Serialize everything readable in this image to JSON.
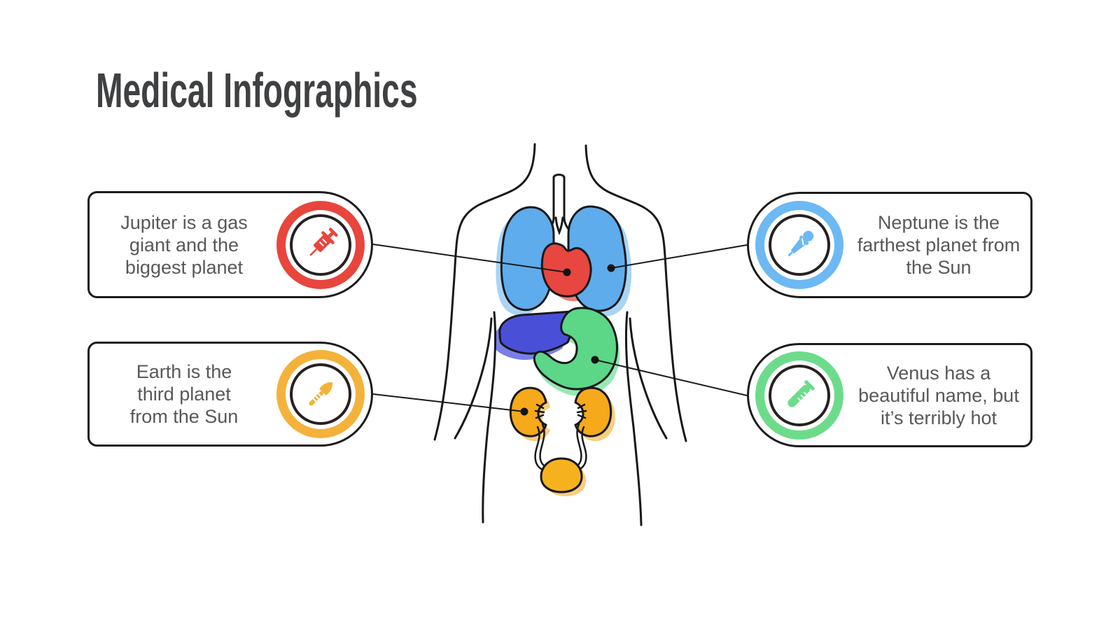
{
  "title": "Medical Infographics",
  "theme": {
    "background": "#FFFFFF",
    "outline_color": "#17181A",
    "connector_color": "#1A1A1A",
    "text_color": "#57585A",
    "title_color": "#3F4042"
  },
  "callouts": [
    {
      "name": "jupiter",
      "accent": "#E8453D",
      "icon": "syringe-icon",
      "lines": [
        "Jupiter is a gas",
        "giant and the",
        "biggest planet"
      ]
    },
    {
      "name": "neptune",
      "accent": "#6CB9F4",
      "icon": "dropper-icon",
      "lines": [
        "Neptune is the",
        "farthest planet from",
        "the Sun"
      ]
    },
    {
      "name": "earth",
      "accent": "#F4B23A",
      "icon": "scalpel-icon",
      "lines": [
        "Earth is the",
        "third planet",
        "from the Sun"
      ]
    },
    {
      "name": "venus",
      "accent": "#6CDC8B",
      "icon": "test-tube-icon",
      "lines": [
        "Venus has a",
        "beautiful name, but",
        "it’s terribly hot"
      ]
    }
  ],
  "figure": {
    "organs": [
      {
        "name": "lungs",
        "color": "#5FACEC",
        "shadow": "#A8D4F5"
      },
      {
        "name": "heart",
        "color": "#E74740",
        "shadow": "#EF7B72"
      },
      {
        "name": "liver",
        "color": "#4A4FD8",
        "shadow": "#7A7FE8"
      },
      {
        "name": "stomach",
        "color": "#5CD687",
        "shadow": "#97E9B3"
      },
      {
        "name": "kidneys",
        "color": "#F6A91B",
        "shadow": "#F8CE7E"
      },
      {
        "name": "bladder",
        "color": "#F6B21E",
        "shadow": "#F8CE7E"
      }
    ]
  }
}
